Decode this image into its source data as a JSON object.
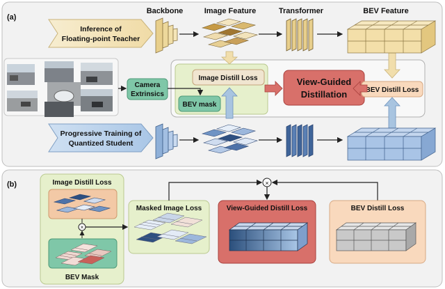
{
  "panel_a": {
    "tag": "(a)",
    "headers": {
      "backbone": "Backbone",
      "image_feature": "Image Feature",
      "transformer": "Transformer",
      "bev_feature": "BEV Feature"
    },
    "teacher_line1": "Inference of",
    "teacher_line2": "Floating-point Teacher",
    "student_line1": "Progressive Training of",
    "student_line2": "Quantized Student",
    "camera_line1": "Camera",
    "camera_line2": "Extrinsics",
    "bev_mask": "BEV mask",
    "image_distill_loss": "Image Distill Loss",
    "vgd_line1": "View-Guided",
    "vgd_line2": "Distillation",
    "bev_distill_loss": "BEV Distill Loss"
  },
  "panel_b": {
    "tag": "(b)",
    "image_distill_loss": "Image Distill Loss",
    "bev_mask": "BEV Mask",
    "masked_image_loss": "Masked Image Loss",
    "view_guided_distill_loss": "View-Guided Distill Loss",
    "bev_distill_loss": "BEV Distill Loss"
  },
  "colors": {
    "teacher_tan": "#f1deac",
    "student_blue": "#a8c4e0",
    "loss_green": "#e6f0cc",
    "vgd_red": "#d8706a",
    "bev_loss_peach": "#f9d9bd",
    "camera_teal": "#7fc7a8"
  }
}
